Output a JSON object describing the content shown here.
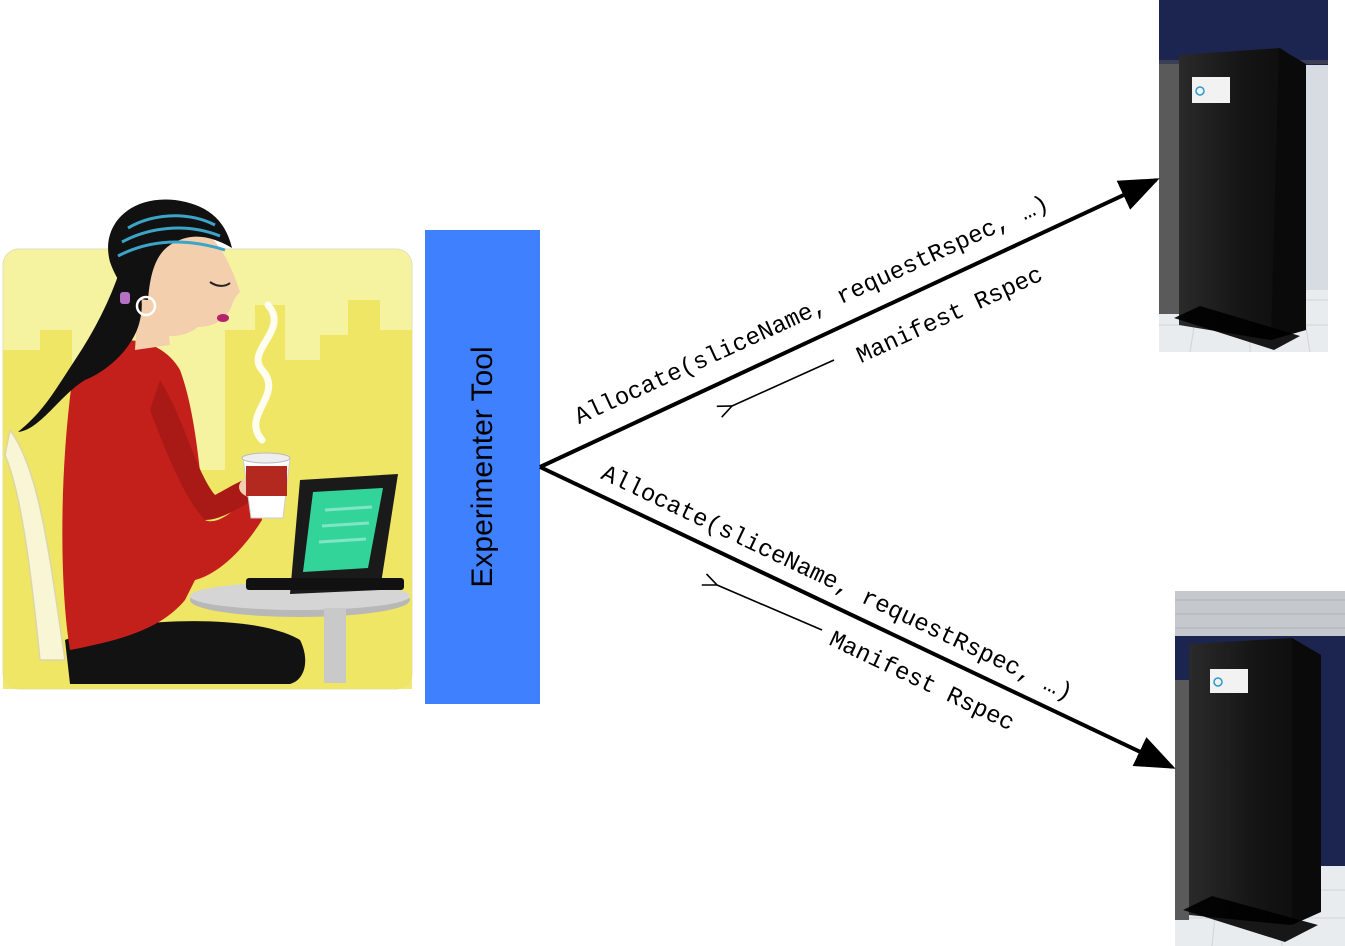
{
  "experimenter_tool": {
    "label": "Experimenter Tool",
    "color": "#3f80ff"
  },
  "edges": {
    "top_request_label": "Allocate(sliceName, requestRspec, …)",
    "top_response_label": "Manifest Rspec",
    "bottom_request_label": "Allocate(sliceName, requestRspec, …)",
    "bottom_response_label": "Manifest Rspec"
  },
  "colors": {
    "background": "#ffffff",
    "scene_background": "#f6f3a0",
    "buildings": "#efe35a",
    "shirt": "#c3201b",
    "hair": "#111111",
    "laptop_screen": "#33d49a",
    "server_body": "#161616"
  },
  "icons": {
    "user": "woman-at-laptop-illustration",
    "server_top": "server-rack-photo",
    "server_bottom": "server-rack-photo"
  }
}
